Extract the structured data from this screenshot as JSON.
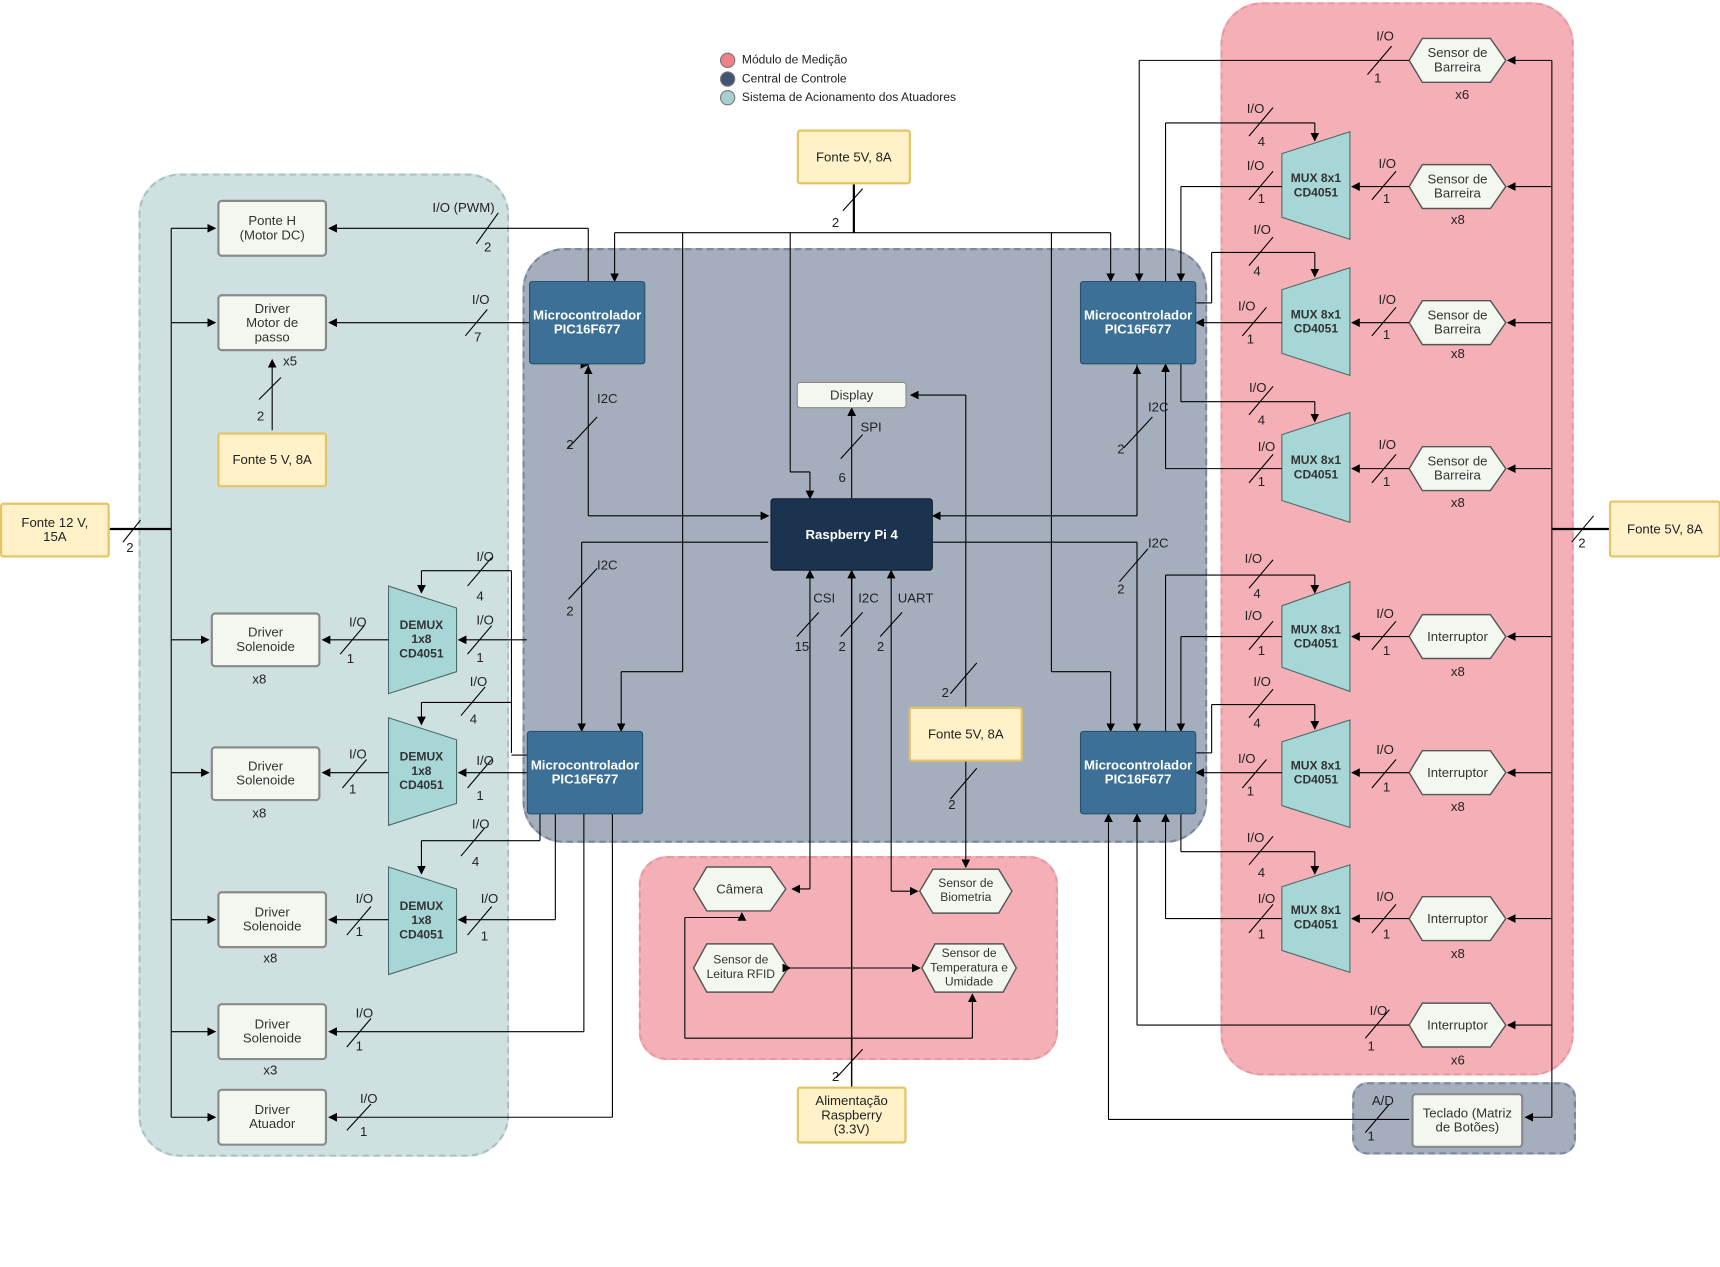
{
  "legend": [
    {
      "label": "Módulo de Medição",
      "color": "#ef7f8b"
    },
    {
      "label": "Central de Controle",
      "color": "#3e5673"
    },
    {
      "label": "Sistema de Acionamento dos Atuadores",
      "color": "#a7cfd0"
    }
  ],
  "supplies": {
    "top": "Fonte  5V, 8A",
    "left_12v": "Fonte 12 V,\n15A",
    "left_5v": "Fonte 5 V, 8A",
    "right_5v": "Fonte  5V, 8A",
    "center_5v": "Fonte  5V, 8A",
    "rpi_power": "Alimentação\nRaspberry\n(3.3V)"
  },
  "control": {
    "mcu_label": "Microcontrolador\nPIC16F677",
    "rpi": "Raspberry Pi 4",
    "display": "Display"
  },
  "actuation": {
    "ponte_h": "Ponte H\n(Motor DC)",
    "driver_motor": "Driver\nMotor de\npasso",
    "driver_solenoide": "Driver\nSolenoide",
    "driver_atuador": "Driver\nAtuador",
    "demux": "DEMUX\n1x8\nCD4051",
    "qty": [
      "x5",
      "x8",
      "x8",
      "x8",
      "x3"
    ]
  },
  "measurement": {
    "mux": "MUX 8x1\nCD4051",
    "sensor_barreira": "Sensor de\nBarreira",
    "interruptor": "Interruptor",
    "qty": [
      "x6",
      "x8",
      "x8",
      "x8",
      "x8",
      "x8",
      "x8",
      "x6"
    ],
    "camera": "Câmera",
    "biometria": "Sensor de\nBiometria",
    "rfid": "Sensor de\nLeitura RFID",
    "temperatura": "Sensor de\nTemperatura e\nUmidade",
    "teclado": "Teclado (Matriz\nde Botões)"
  },
  "bus_labels": {
    "io": "I/O",
    "io_pwm": "I/O  (PWM)",
    "i2c": "I2C",
    "spi": "SPI",
    "csi": "CSI",
    "uart": "UART",
    "ad": "A/D"
  },
  "bus_widths": [
    "1",
    "2",
    "4",
    "6",
    "7",
    "15"
  ],
  "colors": {
    "measurement": "#f4b0b6",
    "control": "#a5aebd",
    "actuation": "#cfe0e0",
    "mcu": "#3c7096",
    "rpi": "#1c3350",
    "mux": "#a7d6d6",
    "supply": "#fff1c8"
  }
}
